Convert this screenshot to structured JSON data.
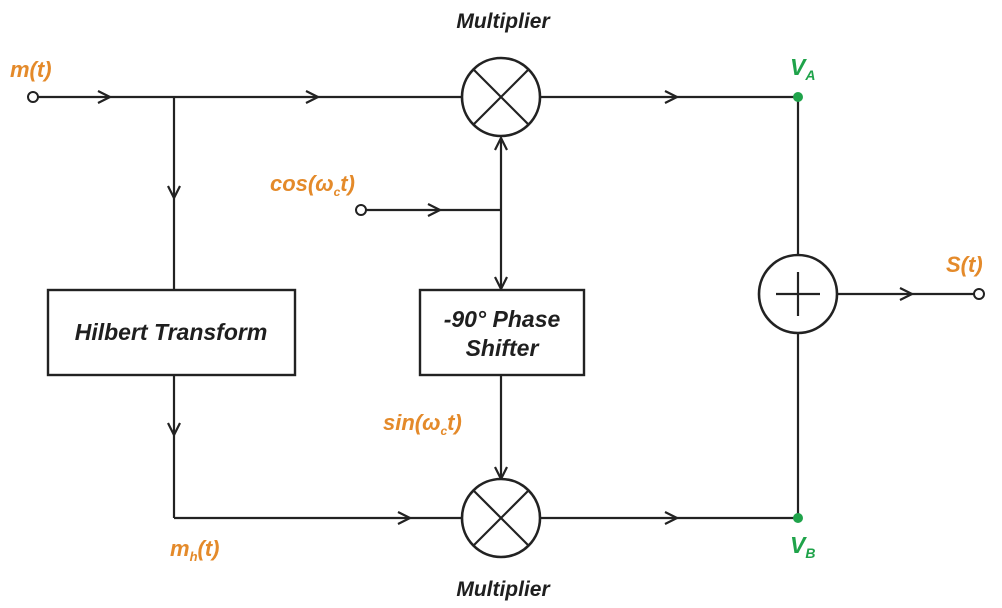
{
  "labels": {
    "multiplier_top": "Multiplier",
    "multiplier_bottom": "Multiplier",
    "hilbert": "Hilbert Transform",
    "phase_line1": "-90° Phase",
    "phase_line2": "Shifter",
    "input_m": "m(t)",
    "cos_pre": "cos(ω",
    "cos_sub": "c",
    "cos_post": "t)",
    "sin_pre": "sin(ω",
    "sin_sub": "c",
    "sin_post": "t)",
    "mh_pre": "m",
    "mh_sub": "h",
    "mh_post": "(t)",
    "va_main": "V",
    "va_sub": "A",
    "vb_main": "V",
    "vb_sub": "B",
    "output_s": "S(t)"
  },
  "colors": {
    "signal_label": "#e48a2a",
    "node_label": "#1fa34a",
    "line": "#222222",
    "text": "#1f1f1f"
  }
}
